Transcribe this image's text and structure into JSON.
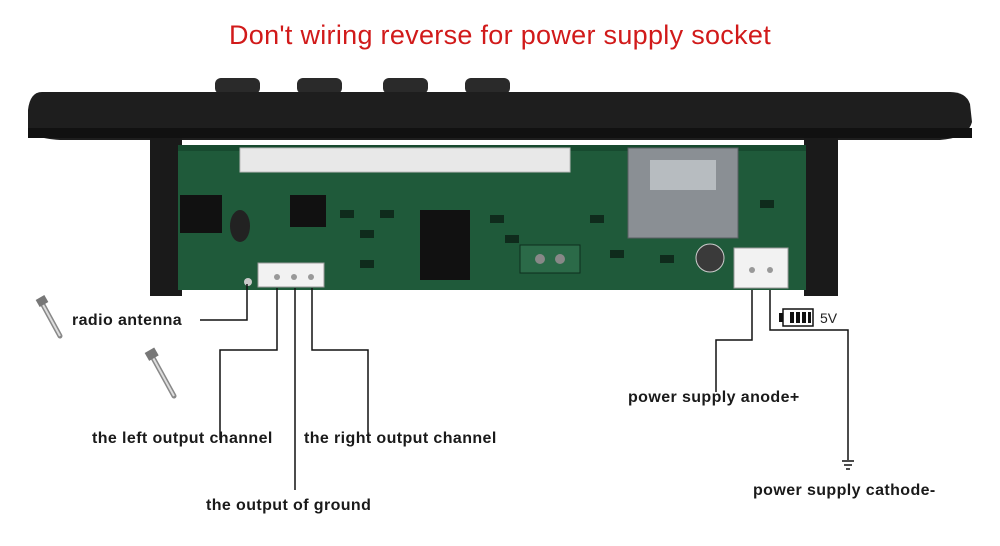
{
  "title": "Don't wiring reverse for power supply socket",
  "labels": {
    "radio_antenna": "radio antenna",
    "left_channel": "the left output channel",
    "right_channel": "the right output channel",
    "ground": "the output of ground",
    "anode": "power supply anode+",
    "cathode": "power supply cathode-",
    "voltage": "5V"
  },
  "colors": {
    "title": "#d11a1a",
    "pcb": "#1f5a3a",
    "bezel": "#1e1e1e",
    "connector": "#f2f2f2"
  },
  "icons": [
    "antenna-pin-icon",
    "battery-icon",
    "ground-symbol-icon"
  ]
}
